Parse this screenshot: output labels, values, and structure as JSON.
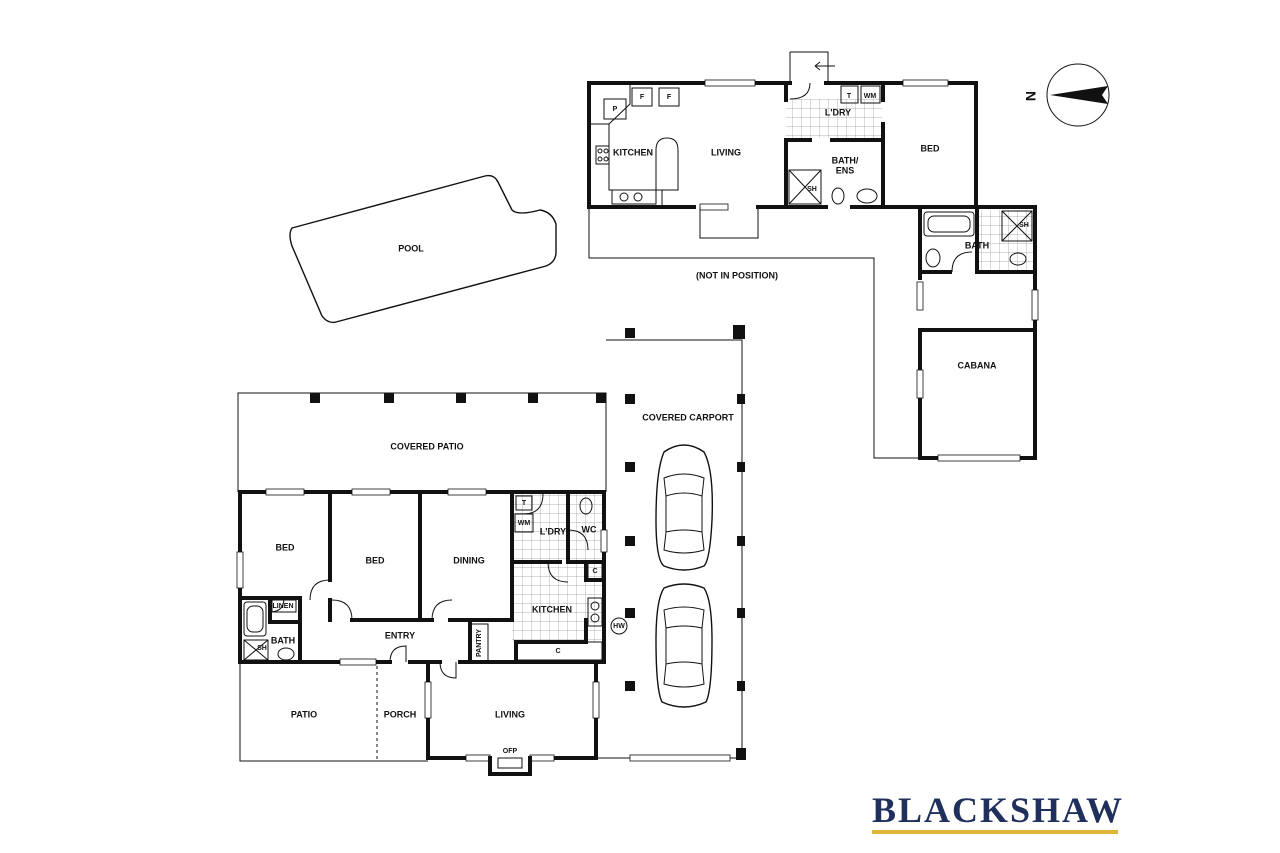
{
  "brand": {
    "name": "BLACKSHAW",
    "text_color": "#20305c",
    "accent_color": "#e0b53a"
  },
  "compass": {
    "label": "N"
  },
  "labels": {
    "pool": "POOL",
    "not_in_position": "(NOT IN POSITION)",
    "kitchen_top": "KITCHEN",
    "living_top": "LIVING",
    "laundry_top": "L'DRY",
    "bath_ens": "BATH/",
    "bath_ens2": "ENS",
    "bed_top": "BED",
    "bath_cabana": "BATH",
    "cabana": "CABANA",
    "covered_carport": "COVERED CARPORT",
    "covered_patio": "COVERED PATIO",
    "bed_1": "BED",
    "bed_2": "BED",
    "dining": "DINING",
    "laundry_main": "L'DRY",
    "wc": "WC",
    "kitchen_main": "KITCHEN",
    "linen": "LINEN",
    "bath_main": "BATH",
    "entry": "ENTRY",
    "pantry": "PANTRY",
    "patio": "PATIO",
    "porch": "PORCH",
    "living_main": "LIVING",
    "ofp": "OFP",
    "hw": "HW"
  },
  "fixtures": {
    "p": "P",
    "f1": "F",
    "f2": "F",
    "t_top": "T",
    "wm_top": "WM",
    "sh_ens": "SH",
    "sh_cabana": "SH",
    "t_main": "T",
    "wm_main": "WM",
    "c_upper": "C",
    "c_lower": "C",
    "sh_main": "SH"
  }
}
